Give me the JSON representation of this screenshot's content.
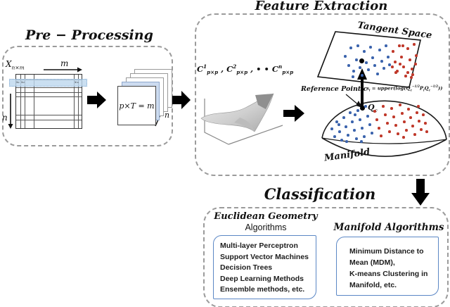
{
  "colors": {
    "blue_dot": "#3c64ad",
    "red_dot": "#c0392b",
    "accent_box_border": "#5b87c5",
    "dashed_border": "#9b9b9b",
    "highlight_row": "#bdd7ee",
    "stack_blue_sheet": "#cddcf0"
  },
  "preprocessing": {
    "title": "Pre − Processing",
    "matrix_base": "X",
    "matrix_sub": "n×m",
    "m_label": "m",
    "n_label": "n",
    "row_x1": "x₁",
    "row_x2": "x₂",
    "row_xm": "xₘ",
    "stack_label": "p×T = m",
    "stack_n": "n"
  },
  "feature": {
    "title": "Feature Extraction",
    "cov": {
      "base": "C",
      "sup1": "1",
      "sup2": "2",
      "supn": "n",
      "sub": "p×p",
      "sep": " , ",
      "dots": "• •"
    },
    "tangent_label": "Tangent Space",
    "manifold_label": "Manifold",
    "reference_label": "Reference Point c",
    "q_base": "Q",
    "q_sub": "c",
    "eq": {
      "s": "s",
      "i": "i",
      "mid": " = upper(log(",
      "q": "Q",
      "c": "c",
      "exp": "−1/2",
      "p": "P",
      "pi": "i",
      "close": "))"
    }
  },
  "classification": {
    "title": "Classification",
    "euclid_heading_line1": "Euclidean Geometry",
    "euclid_heading_line2": "Algorithms",
    "manifold_heading": "Manifold Algorithms",
    "euclidean_items": [
      "Multi-layer Perceptron",
      "Support Vector Machines",
      "Decision Trees",
      "Deep Learning Methods",
      "Ensemble methods, etc."
    ],
    "manifold_items": [
      "Minimum Distance to",
      "Mean (MDM),",
      "K-means Clustering in",
      "Manifold, etc."
    ]
  },
  "figures": {
    "tangent_blue_dots": [
      [
        489,
        78
      ],
      [
        494,
        91
      ],
      [
        497,
        66
      ],
      [
        501,
        99
      ],
      [
        505,
        83
      ],
      [
        507,
        63
      ],
      [
        510,
        94
      ],
      [
        513,
        105
      ],
      [
        516,
        71
      ],
      [
        519,
        87
      ],
      [
        522,
        97
      ],
      [
        525,
        65
      ],
      [
        528,
        80
      ],
      [
        531,
        91
      ],
      [
        535,
        103
      ],
      [
        538,
        69
      ],
      [
        541,
        85
      ],
      [
        544,
        95
      ],
      [
        547,
        63
      ],
      [
        550,
        79
      ],
      [
        552,
        90
      ],
      [
        500,
        107
      ]
    ],
    "tangent_red_dots": [
      [
        557,
        71
      ],
      [
        560,
        86
      ],
      [
        563,
        99
      ],
      [
        566,
        63
      ],
      [
        569,
        79
      ],
      [
        572,
        93
      ],
      [
        575,
        106
      ],
      [
        578,
        67
      ],
      [
        581,
        83
      ],
      [
        584,
        96
      ],
      [
        587,
        61
      ],
      [
        590,
        77
      ],
      [
        571,
        63
      ],
      [
        561,
        101
      ],
      [
        585,
        104
      ],
      [
        589,
        89
      ],
      [
        556,
        93
      ],
      [
        578,
        101
      ],
      [
        583,
        108
      ],
      [
        567,
        89
      ]
    ],
    "manifold_blue_dots": [
      [
        470,
        181
      ],
      [
        474,
        192
      ],
      [
        477,
        171
      ],
      [
        481,
        185
      ],
      [
        484,
        197
      ],
      [
        487,
        165
      ],
      [
        490,
        178
      ],
      [
        493,
        190
      ],
      [
        496,
        158
      ],
      [
        499,
        171
      ],
      [
        502,
        183
      ],
      [
        505,
        195
      ],
      [
        507,
        155
      ],
      [
        510,
        168
      ],
      [
        513,
        180
      ],
      [
        516,
        192
      ],
      [
        518,
        149
      ],
      [
        521,
        163
      ],
      [
        524,
        175
      ],
      [
        527,
        187
      ],
      [
        503,
        161
      ],
      [
        491,
        199
      ],
      [
        512,
        199
      ],
      [
        480,
        175
      ]
    ],
    "manifold_red_dots": [
      [
        531,
        156
      ],
      [
        534,
        168
      ],
      [
        537,
        180
      ],
      [
        540,
        191
      ],
      [
        543,
        149
      ],
      [
        546,
        161
      ],
      [
        549,
        173
      ],
      [
        552,
        185
      ],
      [
        555,
        152
      ],
      [
        558,
        164
      ],
      [
        561,
        176
      ],
      [
        564,
        188
      ],
      [
        567,
        147
      ],
      [
        570,
        159
      ],
      [
        573,
        171
      ],
      [
        576,
        183
      ],
      [
        579,
        153
      ],
      [
        582,
        165
      ],
      [
        585,
        177
      ],
      [
        588,
        189
      ],
      [
        591,
        158
      ],
      [
        594,
        170
      ],
      [
        597,
        182
      ],
      [
        600,
        161
      ],
      [
        603,
        173
      ],
      [
        605,
        185
      ],
      [
        593,
        149
      ],
      [
        572,
        193
      ]
    ]
  }
}
